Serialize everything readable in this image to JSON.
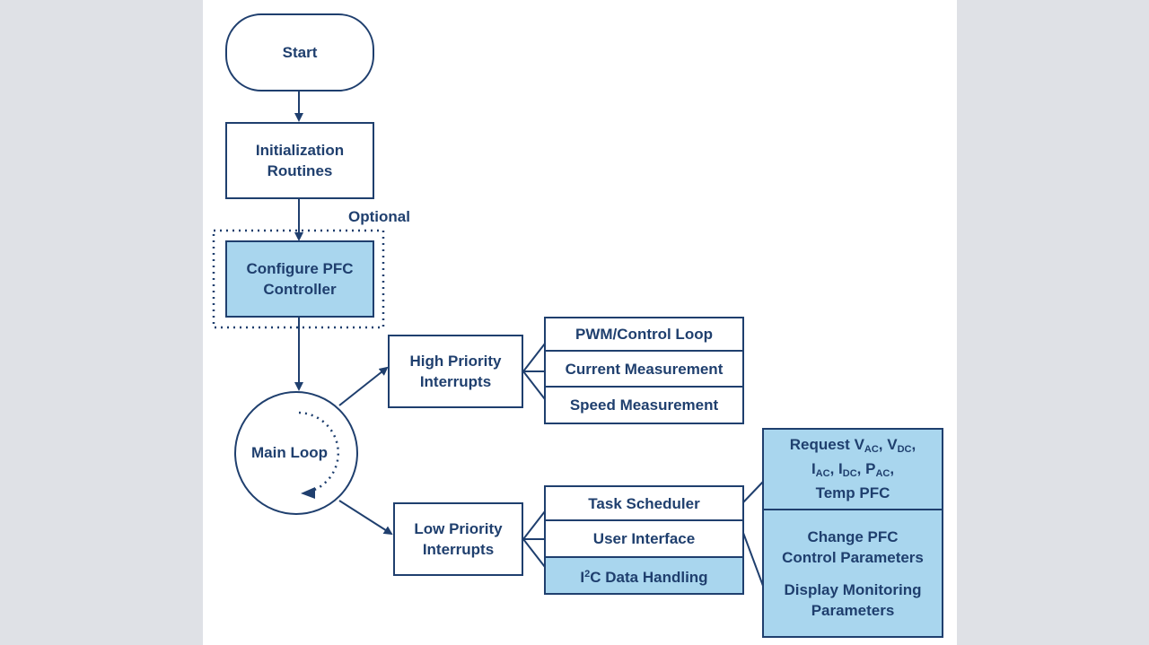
{
  "diagram": {
    "colors": {
      "line": "#1f3f6e",
      "fill": "#a9d6ee",
      "background": "#dfe1e6"
    },
    "start": "Start",
    "init": [
      "Initialization",
      "Routines"
    ],
    "optional_label": "Optional",
    "configure": [
      "Configure PFC",
      "Controller"
    ],
    "main_loop": "Main Loop",
    "high_priority": [
      "High Priority",
      "Interrupts"
    ],
    "high_tasks": [
      "PWM/Control Loop",
      "Current Measurement",
      "Speed Measurement"
    ],
    "low_priority": [
      "Low Priority",
      "Interrupts"
    ],
    "low_tasks": {
      "task_scheduler": "Task Scheduler",
      "user_interface": "User Interface",
      "i2c_prefix": "I",
      "i2c_sup": "2",
      "i2c_rest": "C Data Handling"
    },
    "request": {
      "word": "Request ",
      "v": "V",
      "ac": "AC",
      "dc": "DC",
      "i": "I",
      "p": "P",
      "comma": ", ",
      "temp": "Temp PFC"
    },
    "change": [
      "Change PFC",
      "Control Parameters"
    ],
    "display": [
      "Display Monitoring",
      "Parameters"
    ]
  }
}
